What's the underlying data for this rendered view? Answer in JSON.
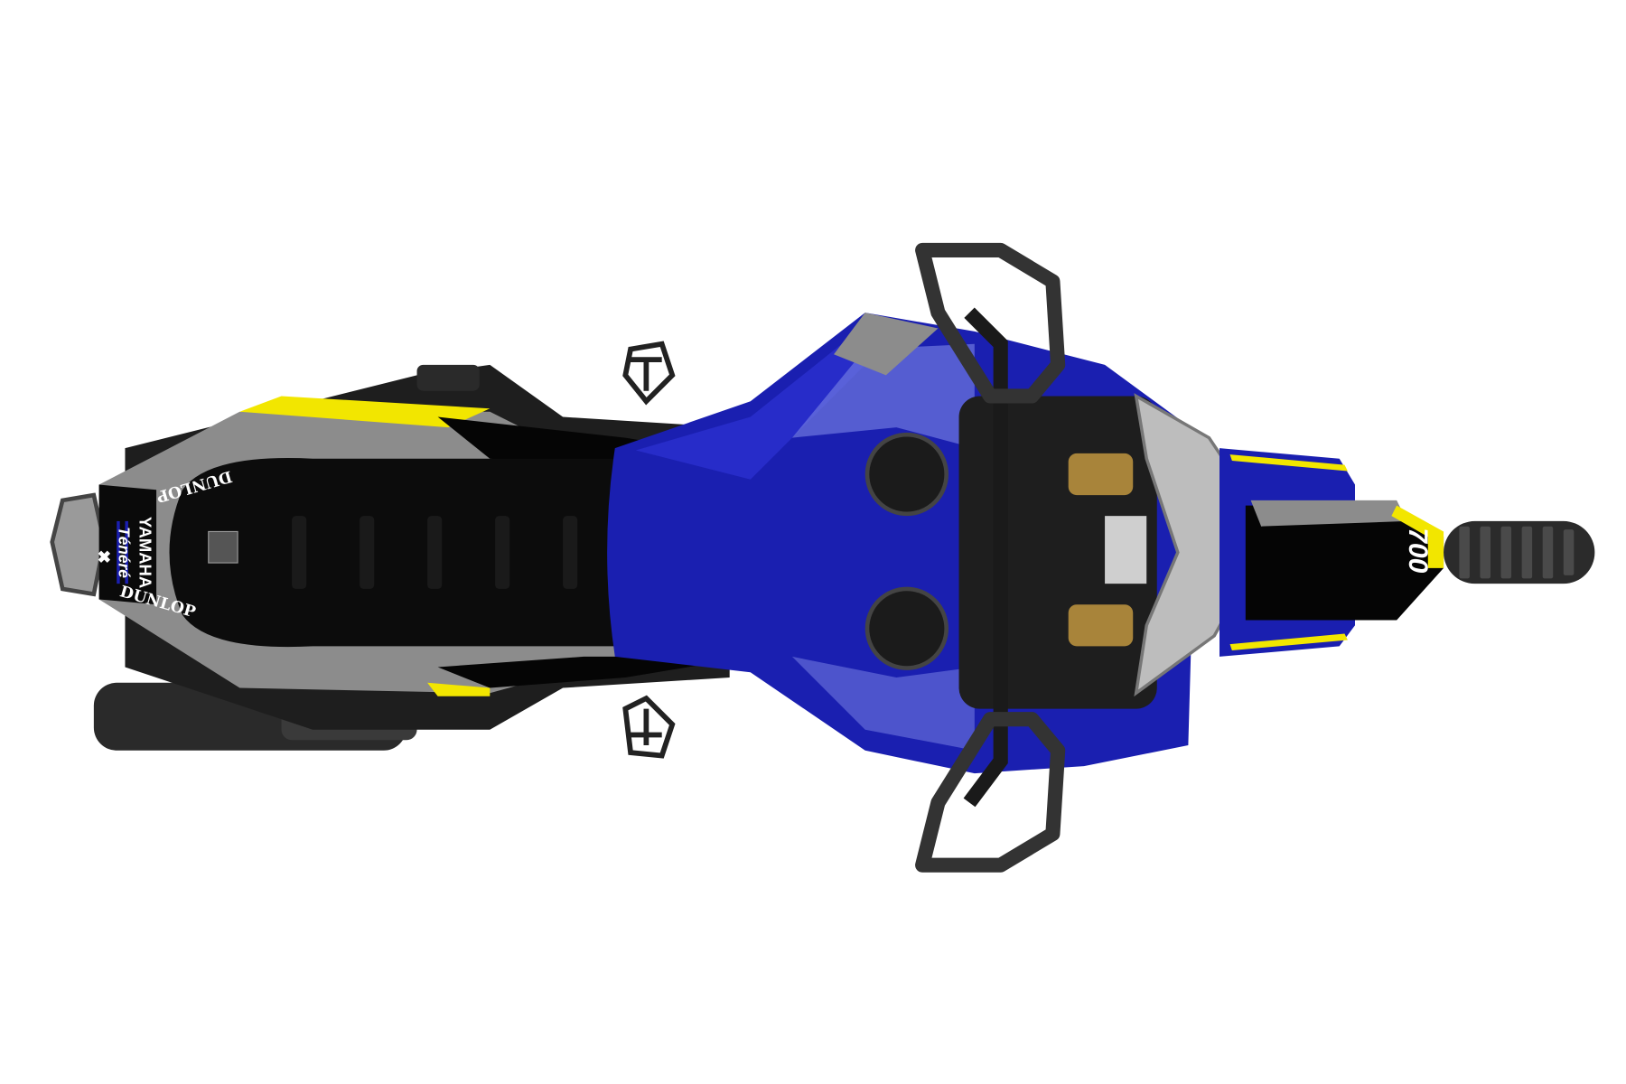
{
  "scene": {
    "subject": "motorcycle-top-view",
    "colors": {
      "background": "#ffffff",
      "tank_blue": "#1a1fb0",
      "tank_highlight": "#6f78e0",
      "accent_yellow": "#f2e600",
      "panel_gray": "#8c8c8c",
      "seat_black": "#0c0c0c",
      "chrome": "#bdbdbd",
      "reservoir_gold": "#a8843a"
    }
  },
  "decals": {
    "dunlop_top": "DUNLOP",
    "dunlop_bottom": "DUNLOP",
    "yamaha": "YAMAHA",
    "tenere": "Ténéré",
    "model": "700"
  }
}
